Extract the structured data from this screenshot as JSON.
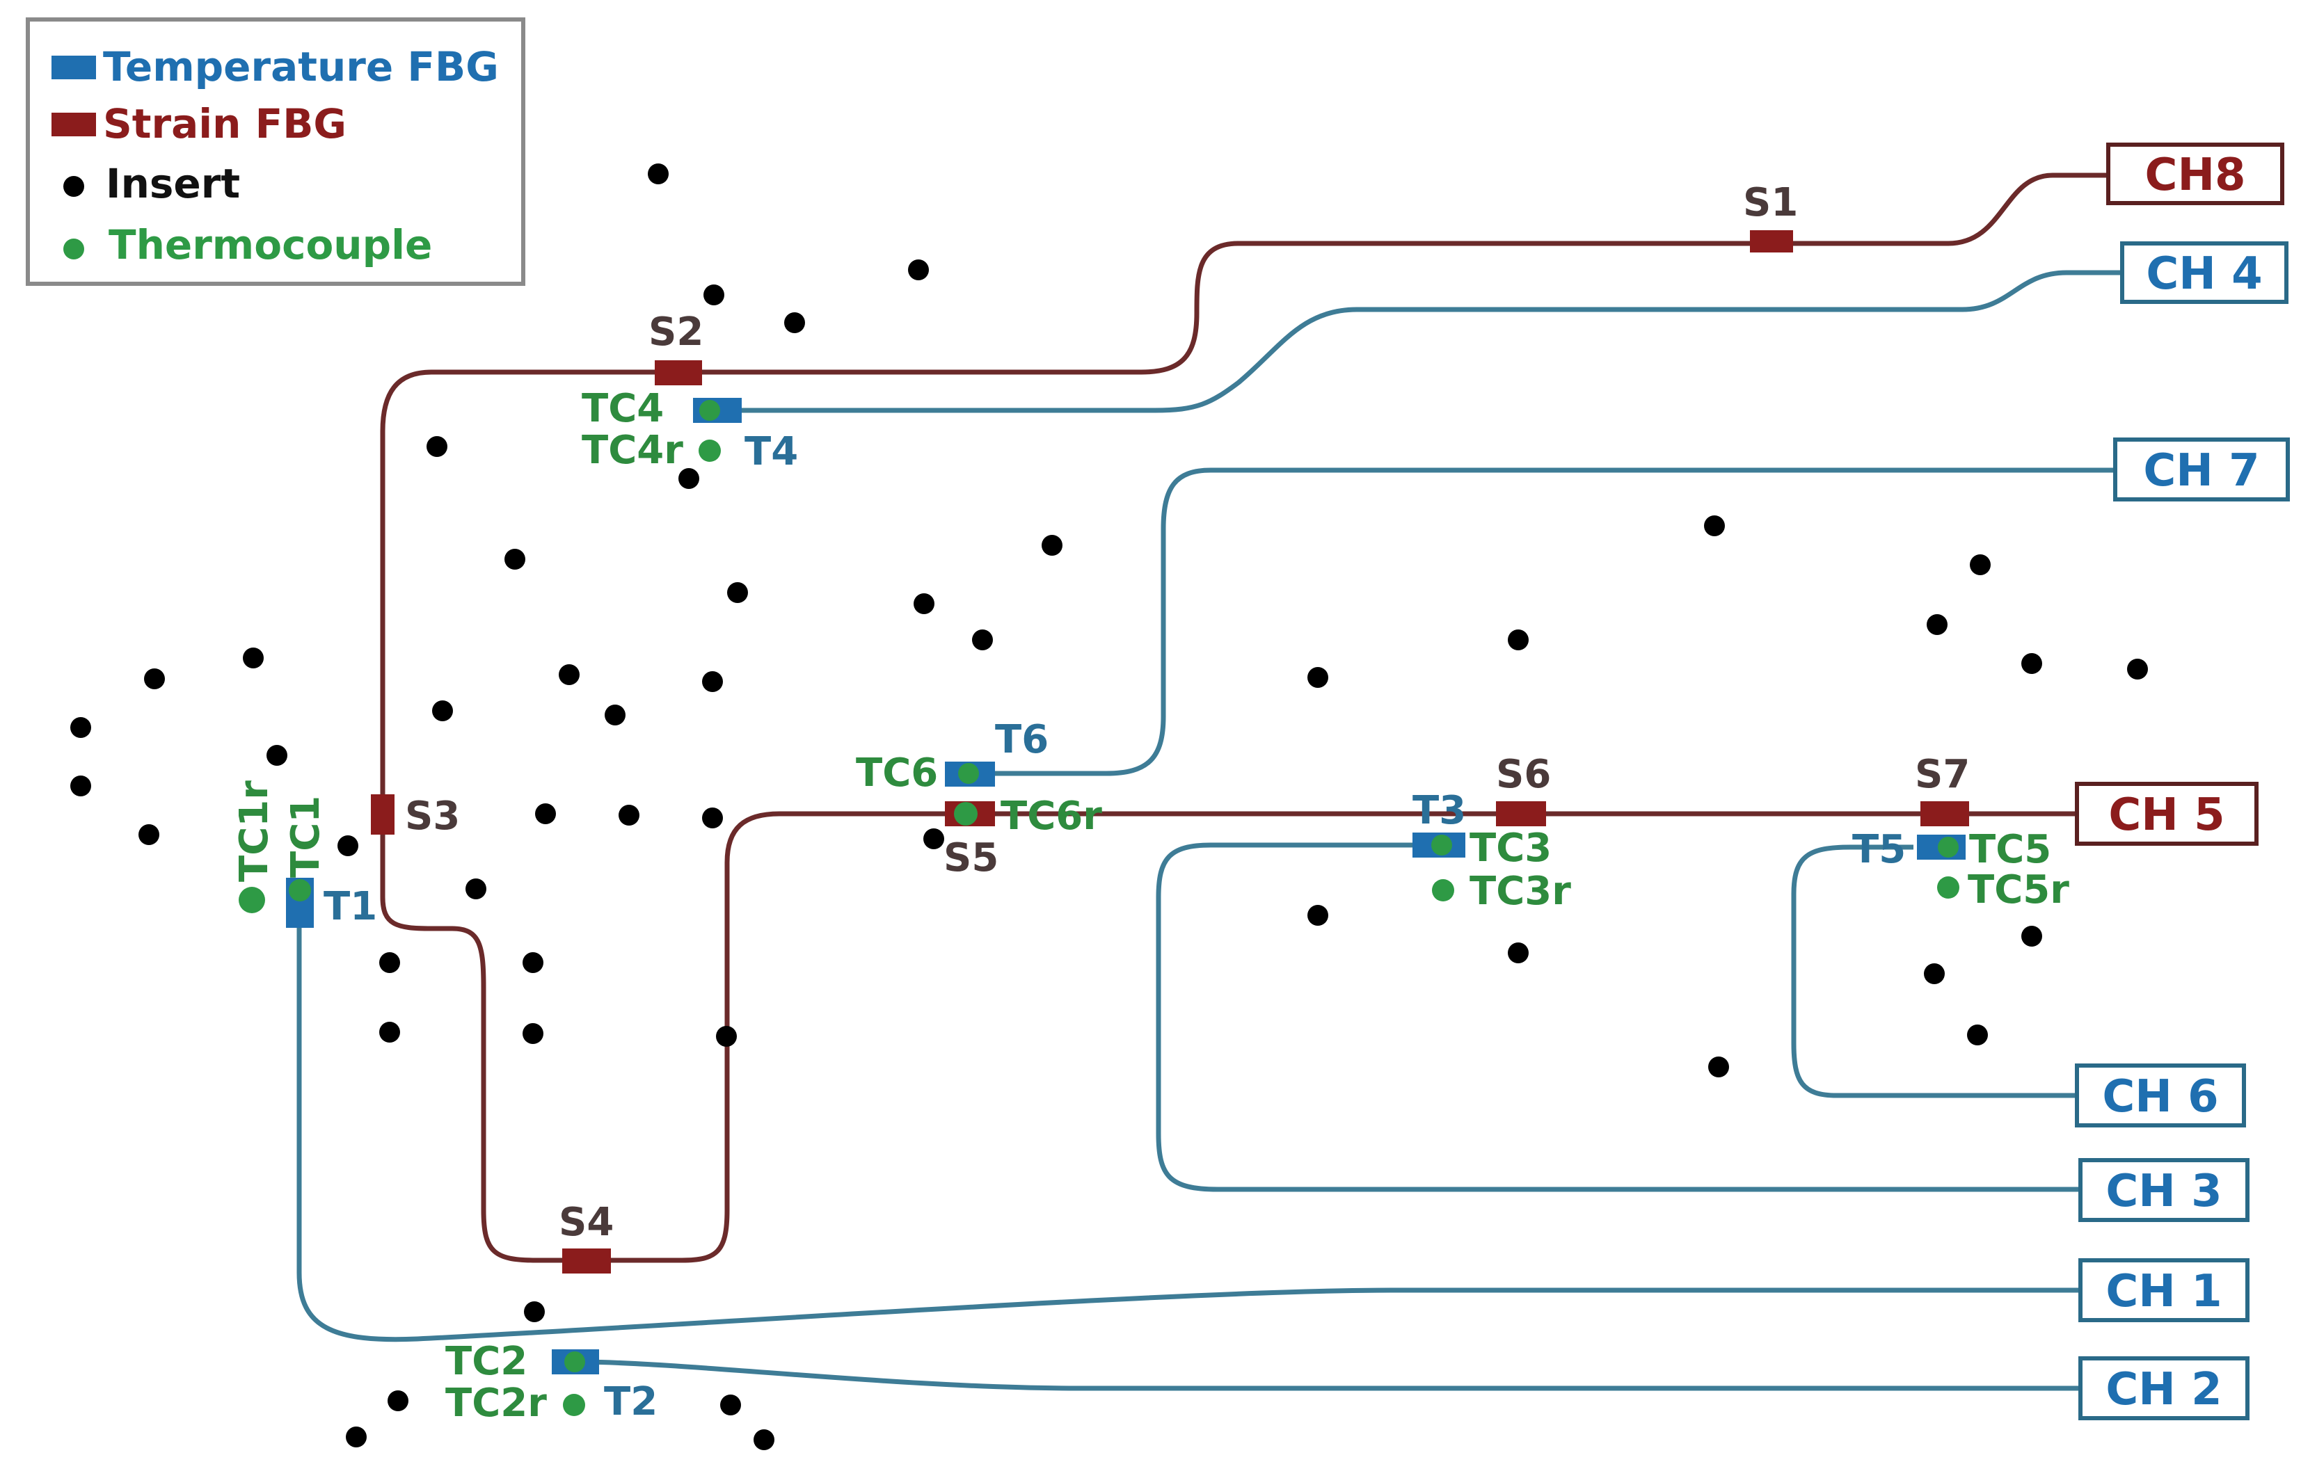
{
  "colors": {
    "strain": "#8b1c1c",
    "temperature": "#1f6fb0",
    "thermocouple": "#2e9a45",
    "insert": "#000000",
    "strain_fiber": "#6b2a2a",
    "temp_fiber": "#3e7c96"
  },
  "legend": {
    "temperature": "Temperature FBG",
    "strain": "Strain FBG",
    "insert": "Insert",
    "thermocouple": "Thermocouple"
  },
  "channels": {
    "ch8": "CH8",
    "ch4": "CH 4",
    "ch7": "CH 7",
    "ch5": "CH 5",
    "ch6": "CH 6",
    "ch3": "CH 3",
    "ch1": "CH 1",
    "ch2": "CH 2"
  },
  "strain_sensors": {
    "s1": "S1",
    "s2": "S2",
    "s3": "S3",
    "s4": "S4",
    "s5": "S5",
    "s6": "S6",
    "s7": "S7"
  },
  "temp_sensors": {
    "t1": "T1",
    "t2": "T2",
    "t3": "T3",
    "t4": "T4",
    "t5": "T5",
    "t6": "T6"
  },
  "thermocouples": {
    "tc1": "TC1",
    "tc1r": "TC1r",
    "tc2": "TC2",
    "tc2r": "TC2r",
    "tc3": "TC3",
    "tc3r": "TC3r",
    "tc4": "TC4",
    "tc4r": "TC4r",
    "tc5": "TC5",
    "tc5r": "TC5r",
    "tc6": "TC6",
    "tc6r": "TC6r"
  }
}
